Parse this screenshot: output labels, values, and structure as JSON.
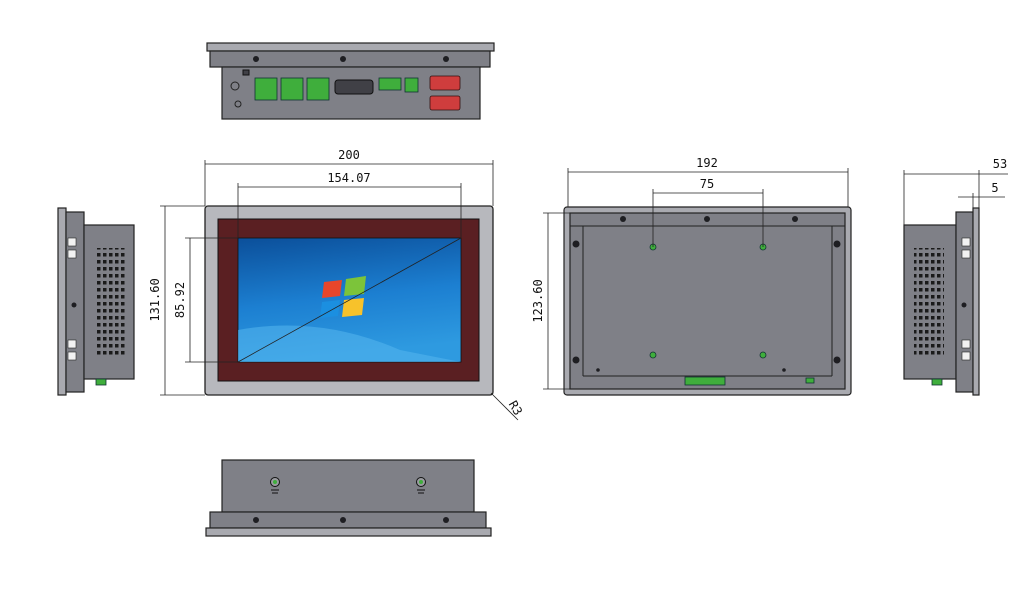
{
  "dimensions": {
    "front_width": "200",
    "screen_width": "154.07",
    "front_height": "131.60",
    "screen_height": "85.92",
    "corner_radius": "R3",
    "back_width": "192",
    "mount_spacing": "75",
    "back_height": "123.60",
    "side_depth": "53",
    "bezel_thickness": "5"
  },
  "colors": {
    "housing": "#7f8087",
    "bezel": "#5a1f22",
    "connector_green": "#3fae3c",
    "connector_red": "#cf3d3d",
    "screen_top": "#0b4f9a",
    "screen_bottom": "#2e9ae0"
  },
  "icons": [
    "windows-logo-icon",
    "ground-symbol-icon",
    "mounting-screw-icon"
  ]
}
